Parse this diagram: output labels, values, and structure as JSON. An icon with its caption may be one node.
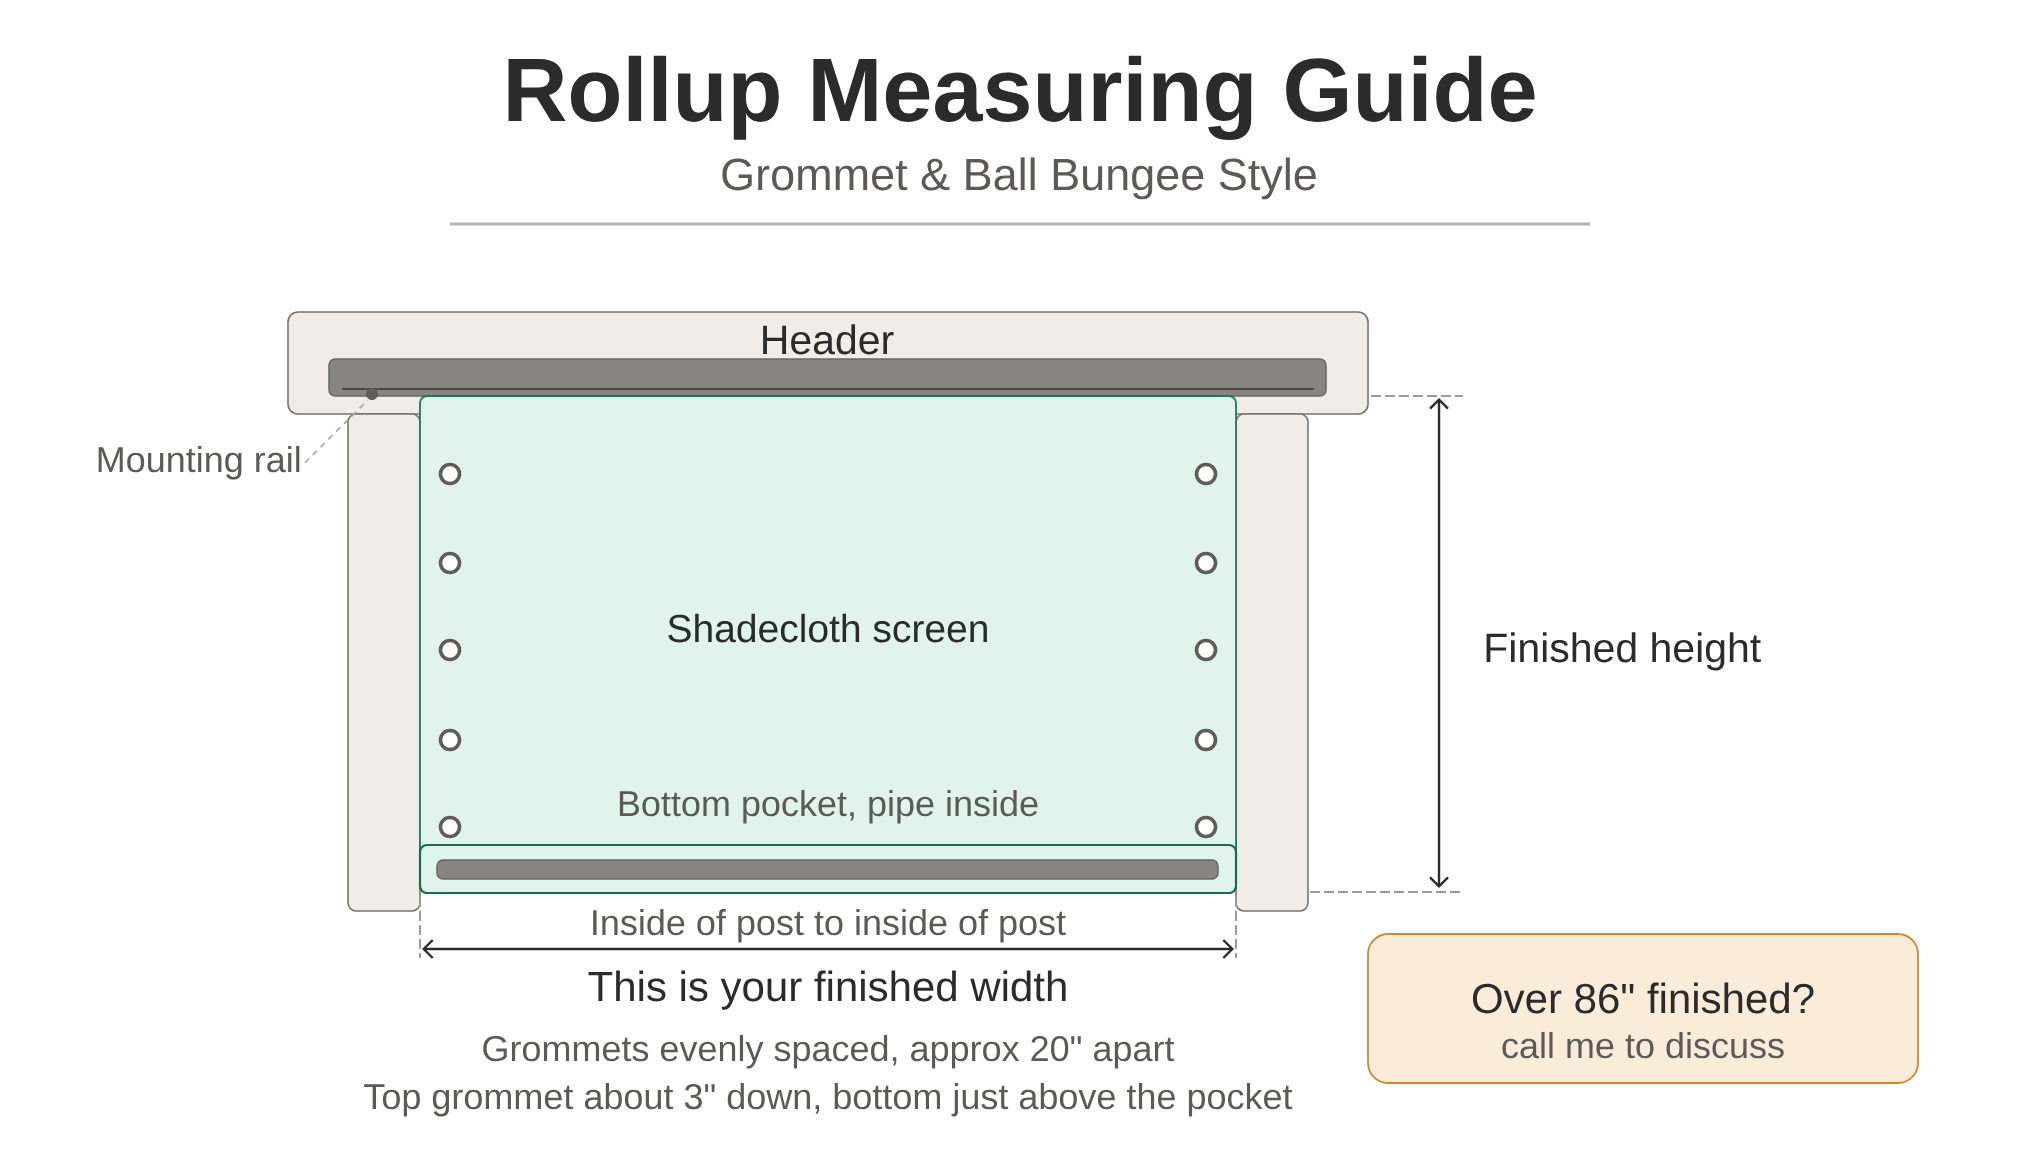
{
  "diagram": {
    "title": "Rollup Measuring Guide",
    "nodes": [
      {
        "text": [
          "Header"
        ]
      },
      {
        "text": [],
        "shape": "bar",
        "in": 0
      },
      {
        "text": [
          "Mounting rail"
        ]
      },
      {
        "text": [],
        "shape": "box"
      },
      {
        "text": [],
        "shape": "box"
      },
      {
        "text": [
          "Shadecloth screen"
        ]
      },
      {
        "text": [
          "Bottom pocket, pipe inside"
        ],
        "in": 5
      },
      {
        "text": [],
        "shape": "bar",
        "in": 6
      },
      {
        "text": [
          "Over 86\" finished?",
          "call me to discuss"
        ]
      }
    ],
    "edges": [
      {
        "from": 2,
        "to": 1,
        "arrow": "none",
        "style": "dashed"
      }
    ],
    "labels": [
      "Grommet & Ball Bungee Style",
      "Finished height",
      "Inside of post to inside of post",
      "This is your finished width",
      "Grommets evenly spaced, approx 20\" apart",
      "Top grommet about 3\" down, bottom just above the pocket"
    ]
  }
}
